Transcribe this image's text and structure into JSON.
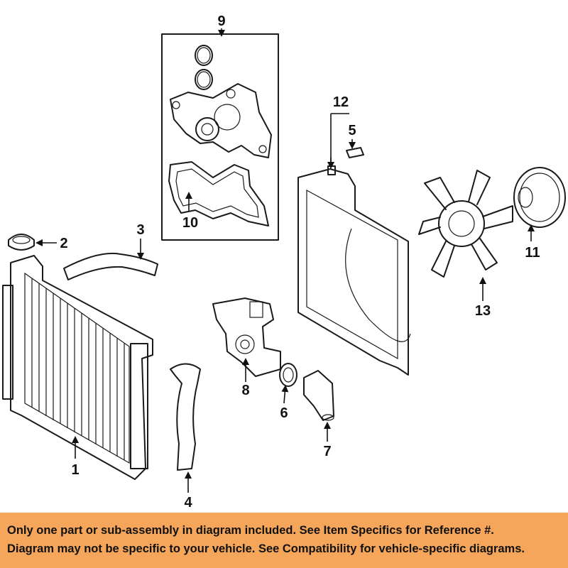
{
  "diagram": {
    "callouts": [
      "1",
      "2",
      "3",
      "4",
      "5",
      "6",
      "7",
      "8",
      "9",
      "10",
      "11",
      "12",
      "13"
    ]
  },
  "disclaimer": {
    "line1": "Only one part or sub-assembly in diagram included. See Item Specifics for Reference #.",
    "line2": "Diagram may not be specific to your vehicle. See Compatibility for vehicle-specific diagrams."
  },
  "colors": {
    "banner": "#f5a65b",
    "line": "#1a1a1a"
  }
}
